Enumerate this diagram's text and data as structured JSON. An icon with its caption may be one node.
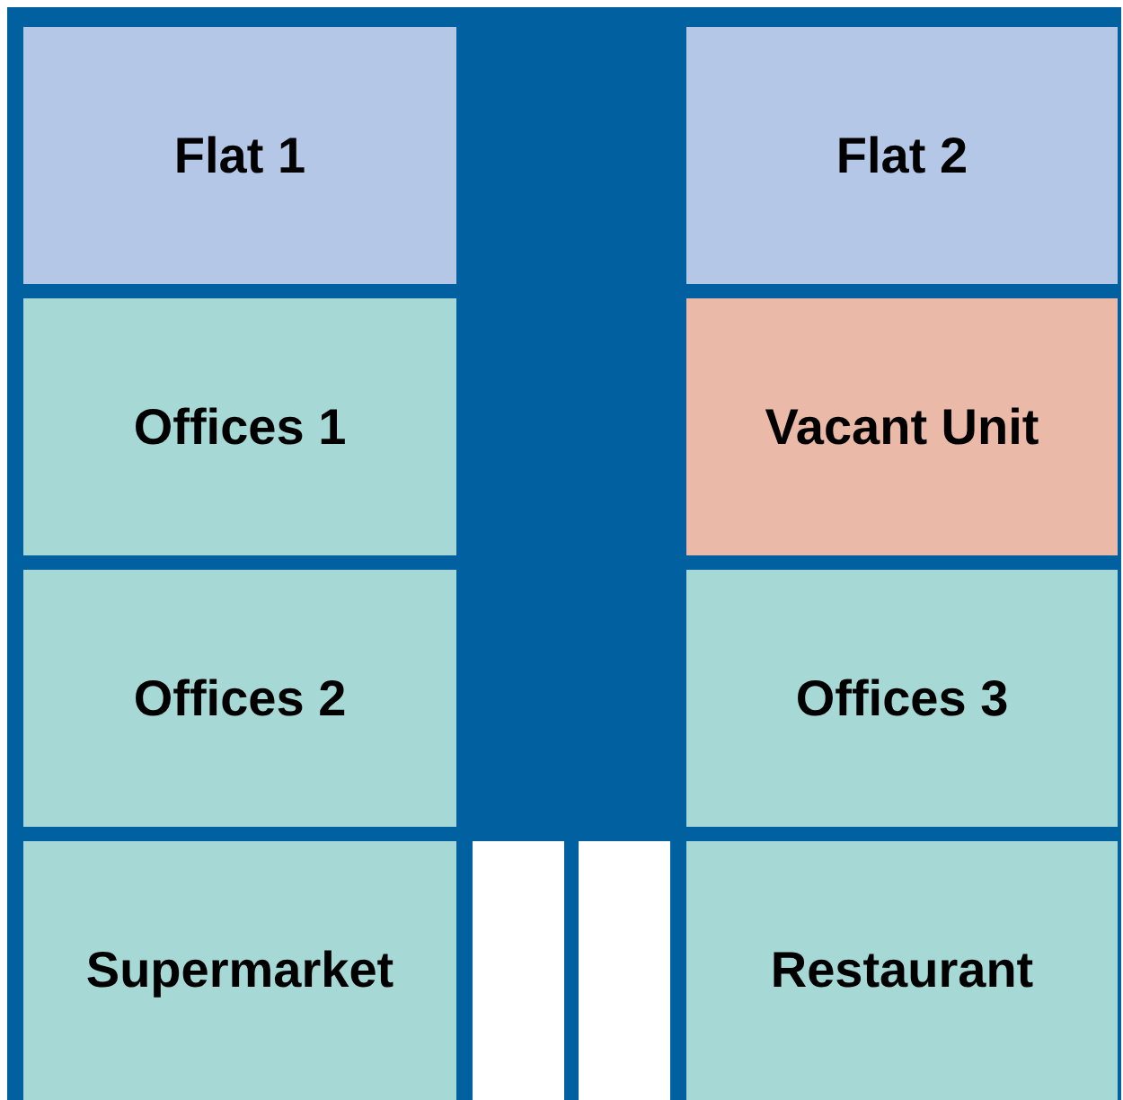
{
  "diagram": {
    "nodes": [
      {
        "text": [
          "Flat 1"
        ]
      },
      {
        "text": [
          "Flat 2"
        ]
      },
      {
        "text": [
          "Offices 1"
        ]
      },
      {
        "text": [
          "Vacant Unit"
        ]
      },
      {
        "text": [
          "Offices 2"
        ]
      },
      {
        "text": [
          "Offices 3"
        ]
      },
      {
        "text": [
          "Supermarket"
        ]
      },
      {
        "text": [],
        "shape": "box"
      },
      {
        "text": [],
        "shape": "box"
      },
      {
        "text": [
          "Restaurant"
        ]
      }
    ]
  }
}
